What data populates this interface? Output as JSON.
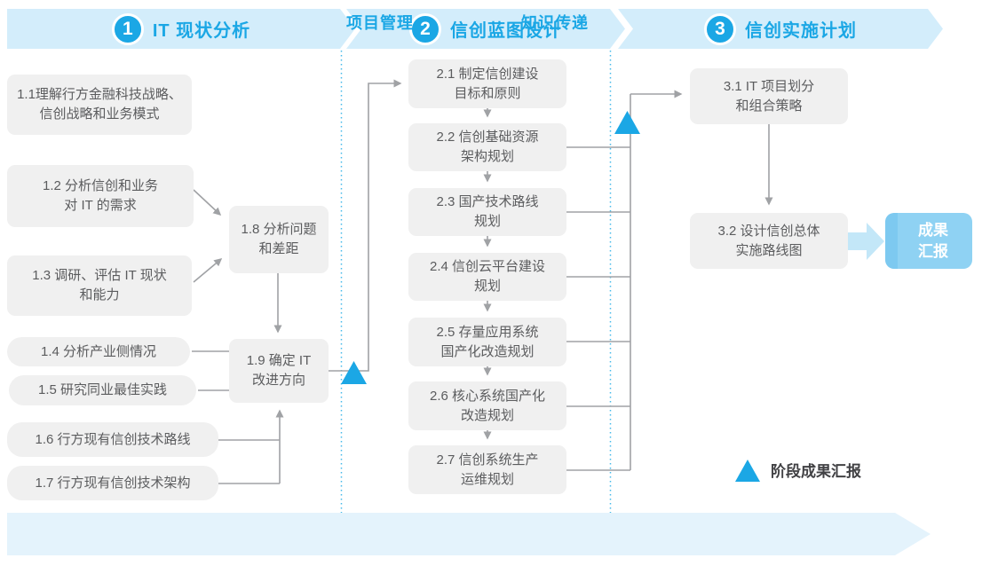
{
  "colors": {
    "accent_blue": "#1BA7E5",
    "phase_band_fill": "#D3EDFB",
    "bottom_band_fill": "#E4F3FC",
    "node_fill": "#F0F0F0",
    "node_text": "#5B5C5E",
    "connector_gray": "#A0A2A5",
    "dashed_divider_blue": "#45B9EA",
    "result_box_fill": "#8FD2F3",
    "result_box_stripe": "#7DC9F0",
    "result_arrow_fill": "#C3E7F8",
    "legend_text": "#414144"
  },
  "phases": [
    {
      "number": "1",
      "title": "IT 现状分析"
    },
    {
      "number": "2",
      "title": "信创蓝图设计"
    },
    {
      "number": "3",
      "title": "信创实施计划"
    }
  ],
  "boxes": {
    "b11": {
      "line1": "1.1理解行方金融科技战略、",
      "line2": "信创战略和业务模式"
    },
    "b12": {
      "line1": "1.2 分析信创和业务",
      "line2": "对 IT 的需求"
    },
    "b13": {
      "line1": "1.3 调研、评估 IT 现状",
      "line2": "和能力"
    },
    "b14": {
      "text": "1.4 分析产业侧情况"
    },
    "b15": {
      "text": "1.5 研究同业最佳实践"
    },
    "b16": {
      "text": "1.6 行方现有信创技术路线"
    },
    "b17": {
      "text": "1.7 行方现有信创技术架构"
    },
    "b18": {
      "line1": "1.8 分析问题",
      "line2": "和差距"
    },
    "b19": {
      "line1": "1.9 确定 IT",
      "line2": "改进方向"
    },
    "b21": {
      "line1": "2.1 制定信创建设",
      "line2": "目标和原则"
    },
    "b22": {
      "line1": "2.2 信创基础资源",
      "line2": "架构规划"
    },
    "b23": {
      "line1": "2.3 国产技术路线",
      "line2": "规划"
    },
    "b24": {
      "line1": "2.4 信创云平台建设",
      "line2": "规划"
    },
    "b25": {
      "line1": "2.5 存量应用系统",
      "line2": "国产化改造规划"
    },
    "b26": {
      "line1": "2.6 核心系统国产化",
      "line2": "改造规划"
    },
    "b27": {
      "line1": "2.7 信创系统生产",
      "line2": "运维规划"
    },
    "b31": {
      "line1": "3.1 IT 项目划分",
      "line2": "和组合策略"
    },
    "b32": {
      "line1": "3.2 设计信创总体",
      "line2": "实施路线图"
    }
  },
  "result_box": {
    "line1": "成果",
    "line2": "汇报"
  },
  "bottom_band": {
    "left_label": "项目管理",
    "right_label": "知识传递"
  },
  "legend": {
    "label": "阶段成果汇报"
  }
}
